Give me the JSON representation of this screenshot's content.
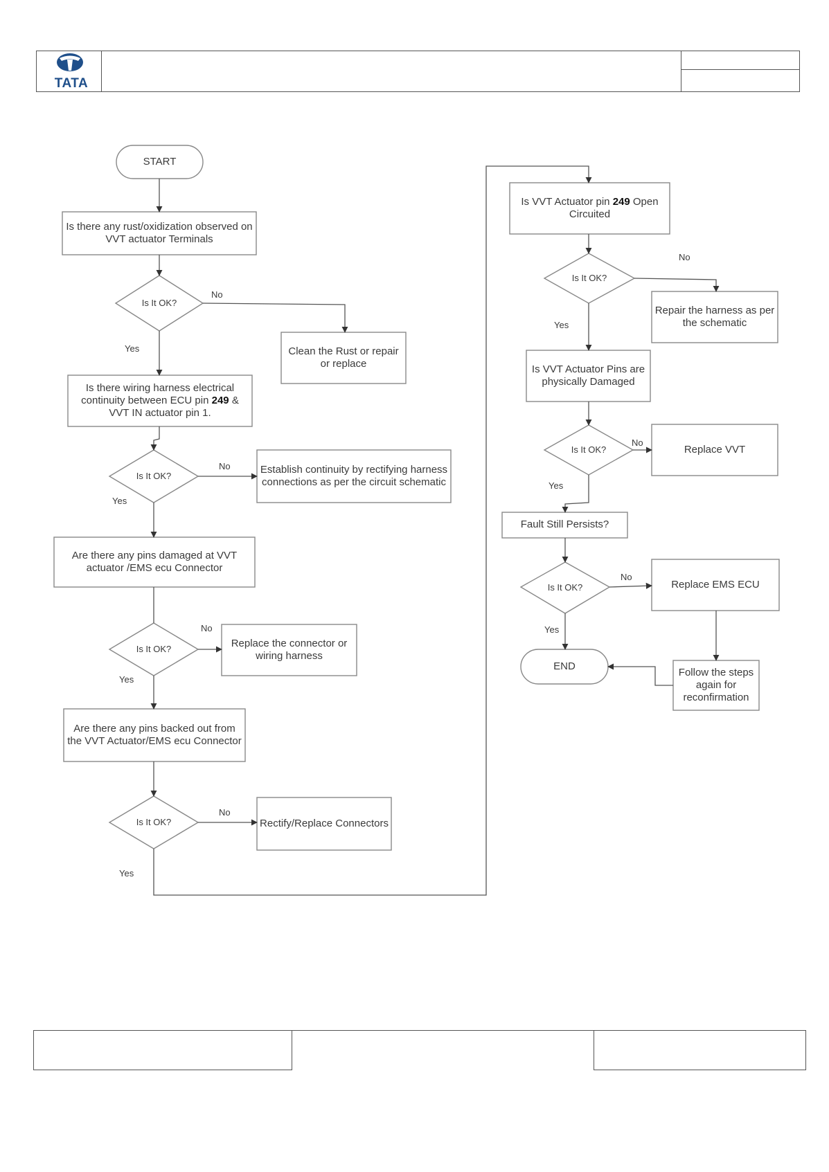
{
  "brand": {
    "logo_text": "TATA",
    "logo_color": "#1f4f8a"
  },
  "flowchart": {
    "start": "START",
    "end": "END",
    "q_rust": "Is there any rust/oxidization observed on VVT actuator Terminals",
    "a_clean_rust": "Clean the Rust or repair or replace",
    "q_continuity_a": "Is there wiring harness electrical continuity between ECU pin",
    "q_continuity_pin": "249",
    "q_continuity_b": "& VVT IN actuator pin 1.",
    "a_continuity": "Establish continuity by rectifying harness connections as per the circuit schematic",
    "q_pins_damaged": "Are there any pins damaged at VVT actuator /EMS ecu Connector",
    "a_replace_connector": "Replace the connector or wiring harness",
    "q_pins_backed": "Are there any pins backed out from the VVT Actuator/EMS ecu Connector",
    "a_rectify_connectors": "Rectify/Replace Connectors",
    "q_open_a": "Is VVT Actuator pin",
    "q_open_pin": "249",
    "q_open_b": "Open Circuited",
    "a_repair_harness": "Repair the harness as per the schematic",
    "q_physically_damaged": "Is VVT Actuator Pins are physically Damaged",
    "a_replace_vvt": "Replace VVT",
    "q_fault_persists": "Fault Still Persists?",
    "a_replace_ecu": "Replace EMS ECU",
    "a_follow_steps": "Follow the steps again for reconfirmation",
    "decision_label": "Is It OK?",
    "yes_label": "Yes",
    "no_label": "No"
  }
}
